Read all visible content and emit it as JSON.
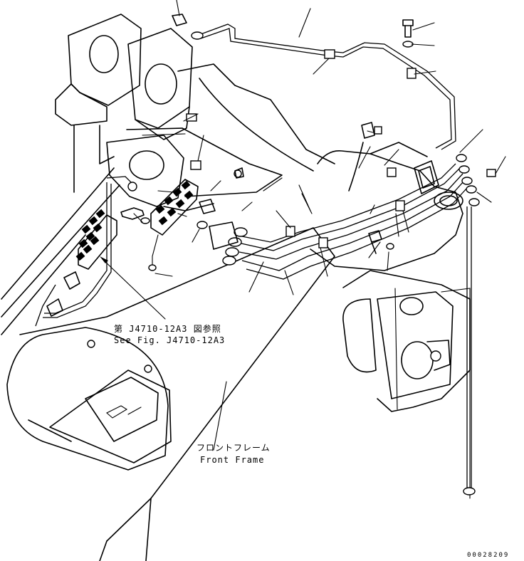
{
  "callouts": {
    "reference_jp": "第 J4710-12A3 図参照",
    "reference_en": "See Fig. J4710-12A3",
    "frame_jp": "フロントフレーム",
    "frame_en": "Front Frame"
  },
  "drawing_id": "00028209"
}
